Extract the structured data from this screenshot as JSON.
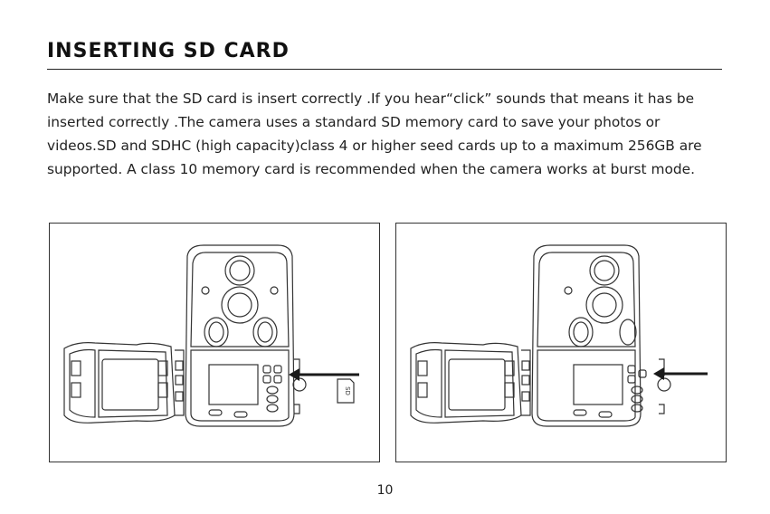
{
  "page": {
    "title": "INSERTING SD CARD",
    "paragraph": "Make sure that the SD card is insert correctly .If you hear“click” sounds that means it has be inserted correctly .The camera uses a standard SD memory card to save your photos or videos.SD and SDHC (high capacity)class 4 or higher seed cards up to a maximum 256GB are supported. A class 10 memory card is recommended when the camera works at burst mode.",
    "page_number": "10"
  },
  "figures": {
    "left": {
      "sd_card_label": "SD"
    }
  },
  "colors": {
    "line": "#333333",
    "background": "#ffffff",
    "arrow": "#1a1a1a"
  },
  "icons": [
    "camera-lens-icon",
    "ir-led-icon",
    "arrow-icon",
    "sd-card-icon"
  ]
}
